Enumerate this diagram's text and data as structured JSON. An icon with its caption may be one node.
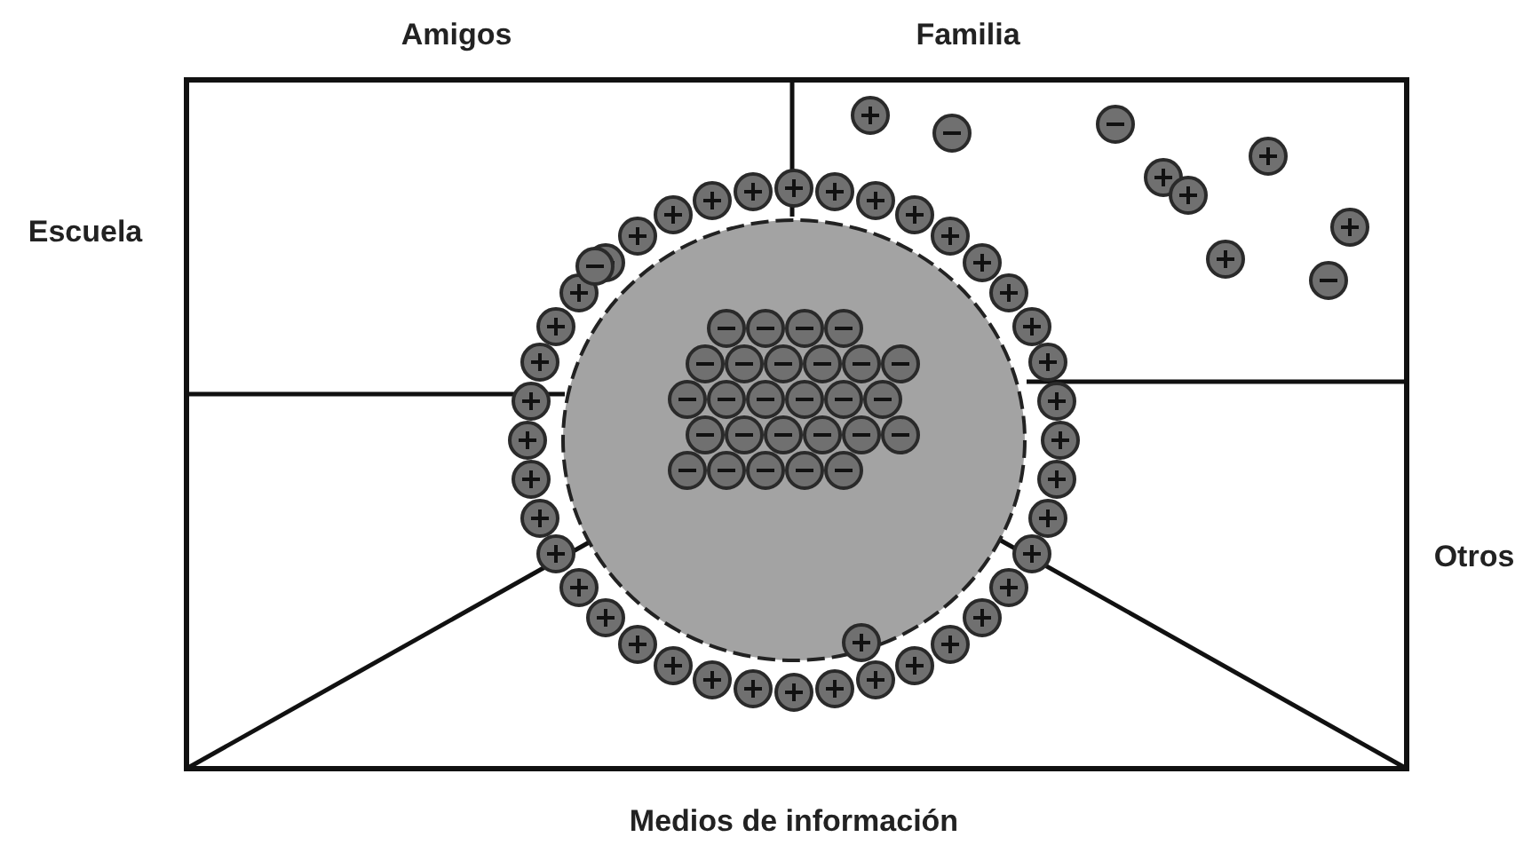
{
  "diagram": {
    "labels": [
      "Amigos",
      "Familia",
      "Escuela",
      "Otros",
      "Medios de información"
    ]
  }
}
